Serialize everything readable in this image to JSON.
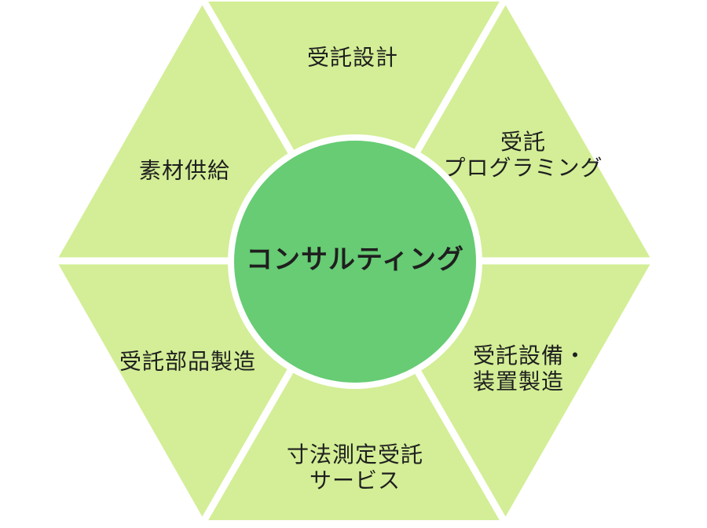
{
  "colors": {
    "background": "#ffffff",
    "segment_fill": "#d3ee96",
    "circle_fill": "#67cc74",
    "divider": "#ffffff",
    "text": "#1f1f1f"
  },
  "hexagon": {
    "center_label": "コンサルティング",
    "labels": {
      "top": [
        "受託設計"
      ],
      "top_right": [
        "受託",
        "プログラミング"
      ],
      "bottom_right": [
        "受託設備・",
        "装置製造"
      ],
      "bottom": [
        "寸法測定受託",
        "サービス"
      ],
      "bottom_left": [
        "受託部品製造"
      ],
      "top_left": [
        "素材供給"
      ]
    }
  }
}
